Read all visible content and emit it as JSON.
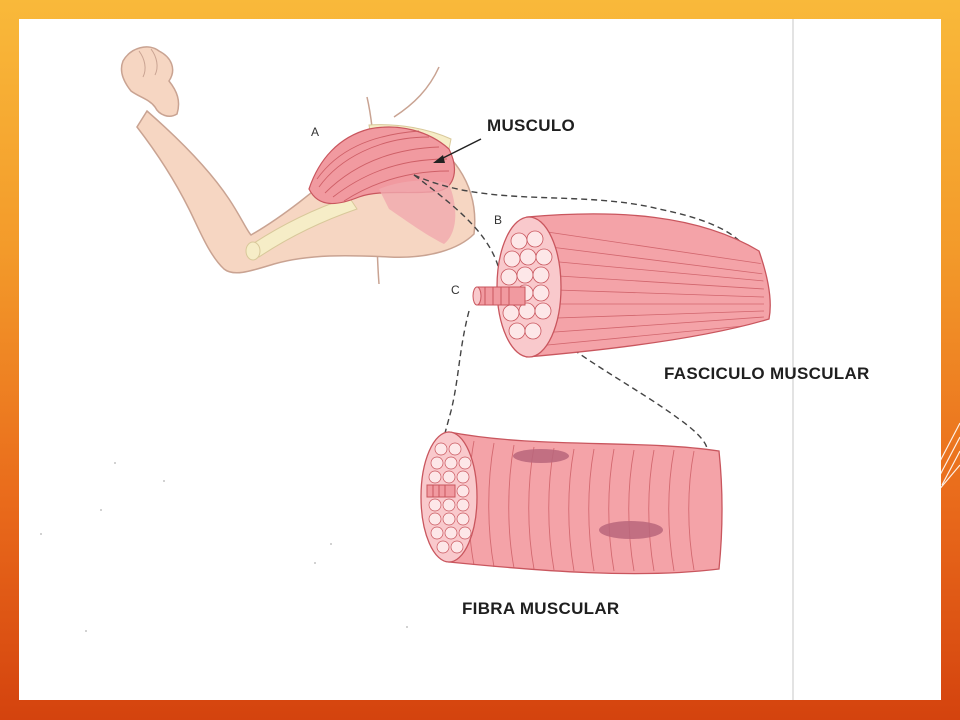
{
  "slide": {
    "labels": {
      "musculo": "MUSCULO",
      "fasciculo": "FASCICULO MUSCULAR",
      "fibra": "FIBRA MUSCULAR"
    },
    "figure_letters": {
      "a": "A",
      "b": "B",
      "c": "C"
    }
  },
  "colors": {
    "frame_top": "#f9b93a",
    "frame_bottom": "#d4430e",
    "skin": "#f6d6c2",
    "skin_outline": "#c9a392",
    "muscle": "#f4a3a8",
    "muscle_line": "#c9565e",
    "bone": "#f6edc7",
    "nucleus": "#b8667b"
  }
}
